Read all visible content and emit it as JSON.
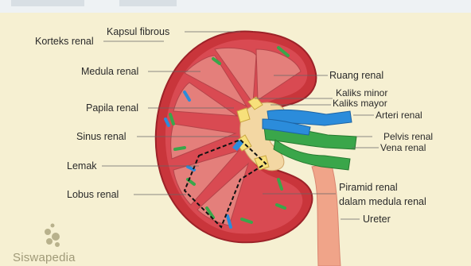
{
  "labels": {
    "kapsul_fibrous": "Kapsul fibrous",
    "korteks_renal": "Korteks renal",
    "medula_renal": "Medula renal",
    "papila_renal": "Papila renal",
    "sinus_renal": "Sinus renal",
    "lemak": "Lemak",
    "lobus_renal": "Lobus renal",
    "ruang_renal": "Ruang renal",
    "kaliks_minor": "Kaliks minor",
    "kaliks_mayor": "Kaliks mayor",
    "arteri_renal": "Arteri renal",
    "pelvis_renal": "Pelvis renal",
    "vena_renal": "Vena renal",
    "piramid_renal_line1": "Piramid renal",
    "piramid_renal_line2": "dalam medula renal",
    "ureter": "Ureter"
  },
  "brand": "Siswapedia",
  "colors": {
    "background": "#f6f0d2",
    "kidney_outer": "#c9353b",
    "cortex": "#d94a52",
    "medulla": "#e47f7b",
    "sinus_fat": "#f3d7a3",
    "artery": "#2b8cdb",
    "vein": "#3aa64a",
    "ureter": "#f0a489"
  }
}
